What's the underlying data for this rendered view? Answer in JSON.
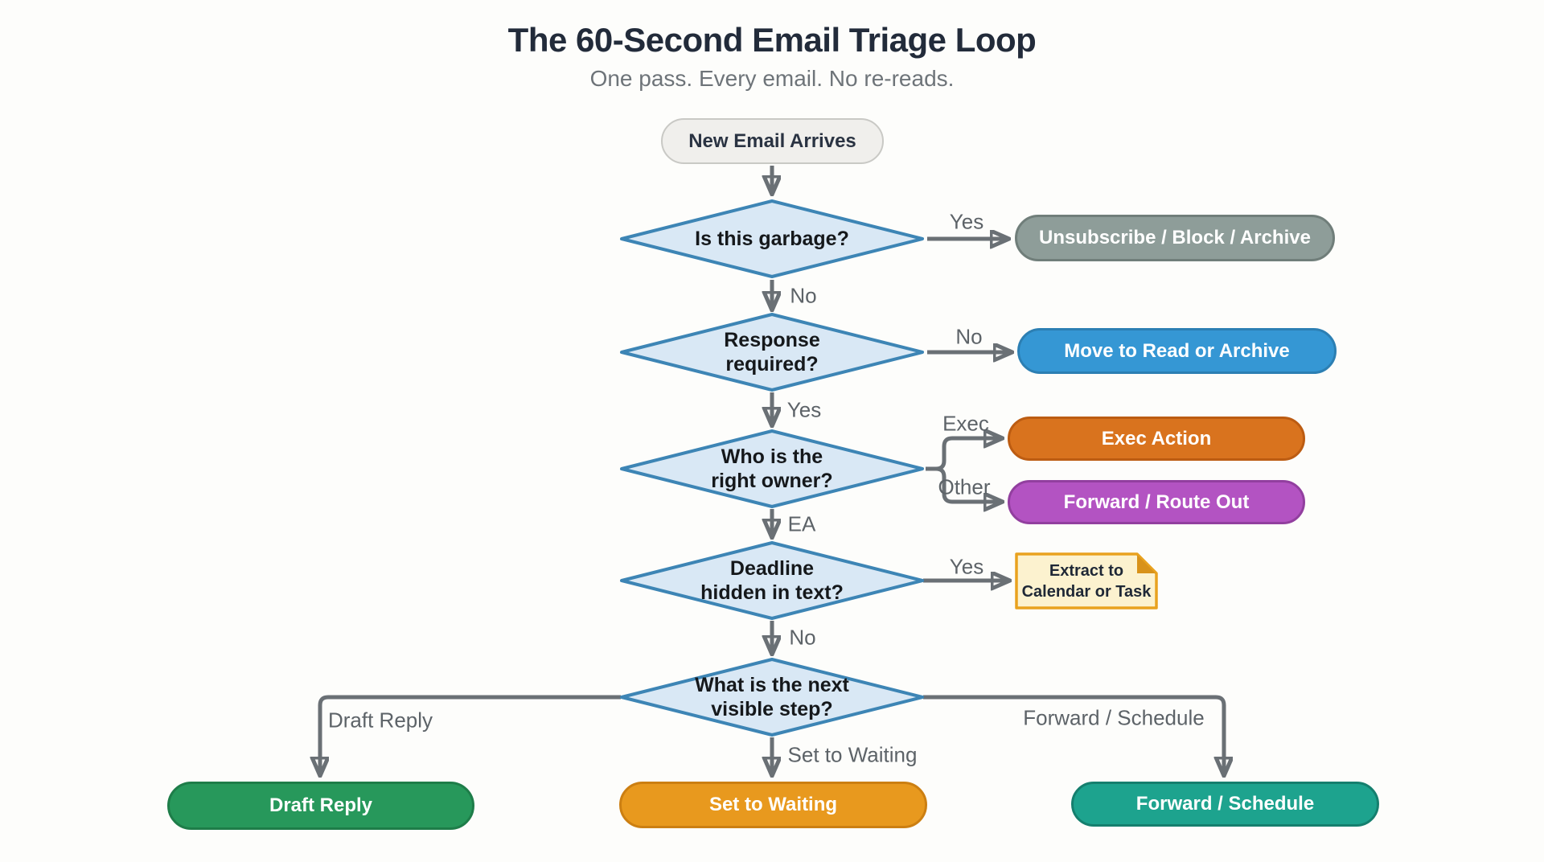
{
  "title": "The 60-Second Email Triage Loop",
  "subtitle": "One pass. Every email. No re-reads.",
  "diagram": {
    "start": {
      "label": "New Email Arrives"
    },
    "decisions": [
      {
        "id": "garbage",
        "lines": [
          "Is this garbage?",
          ""
        ]
      },
      {
        "id": "response",
        "lines": [
          "Response",
          "required?"
        ]
      },
      {
        "id": "owner",
        "lines": [
          "Who is the",
          "right owner?"
        ]
      },
      {
        "id": "deadline",
        "lines": [
          "Deadline",
          "hidden in text?"
        ]
      },
      {
        "id": "next-step",
        "lines": [
          "What is the next",
          "visible step?"
        ]
      }
    ],
    "actions": [
      {
        "id": "unsubscribe",
        "label": "Unsubscribe / Block / Archive",
        "color": "#8e9d99"
      },
      {
        "id": "read-archive",
        "label": "Move to Read or Archive",
        "color": "#3597d4"
      },
      {
        "id": "exec-action",
        "label": "Exec Action",
        "color": "#d9731e"
      },
      {
        "id": "forward-route",
        "label": "Forward / Route Out",
        "color": "#b353c2"
      },
      {
        "id": "draft-reply",
        "label": "Draft Reply",
        "color": "#27985b"
      },
      {
        "id": "set-waiting",
        "label": "Set to Waiting",
        "color": "#e8991e"
      },
      {
        "id": "forward-schedule",
        "label": "Forward / Schedule",
        "color": "#1da38e"
      }
    ],
    "note": {
      "lines": [
        "Extract to",
        "Calendar or Task"
      ]
    },
    "edge_labels": {
      "garbage_yes": "Yes",
      "garbage_no": "No",
      "response_no": "No",
      "response_yes": "Yes",
      "owner_exec": "Exec",
      "owner_other": "Other",
      "owner_ea": "EA",
      "deadline_yes": "Yes",
      "deadline_no": "No",
      "next_draft": "Draft Reply",
      "next_waiting": "Set to Waiting",
      "next_forward": "Forward / Schedule"
    }
  },
  "palette": {
    "background": "#fdfdfb",
    "title_text": "#222b3a",
    "subtitle_text": "#6e7479",
    "diamond_fill": "#d9e8f5",
    "diamond_border": "#3d85b5",
    "connector": "#6a7075",
    "edge_label_text": "#5d6368",
    "start_fill": "#f0efec",
    "start_border": "#c9c9c5",
    "note_fill": "#fcf2cf",
    "note_border": "#e9a21f",
    "note_fold": "#d8921a"
  }
}
